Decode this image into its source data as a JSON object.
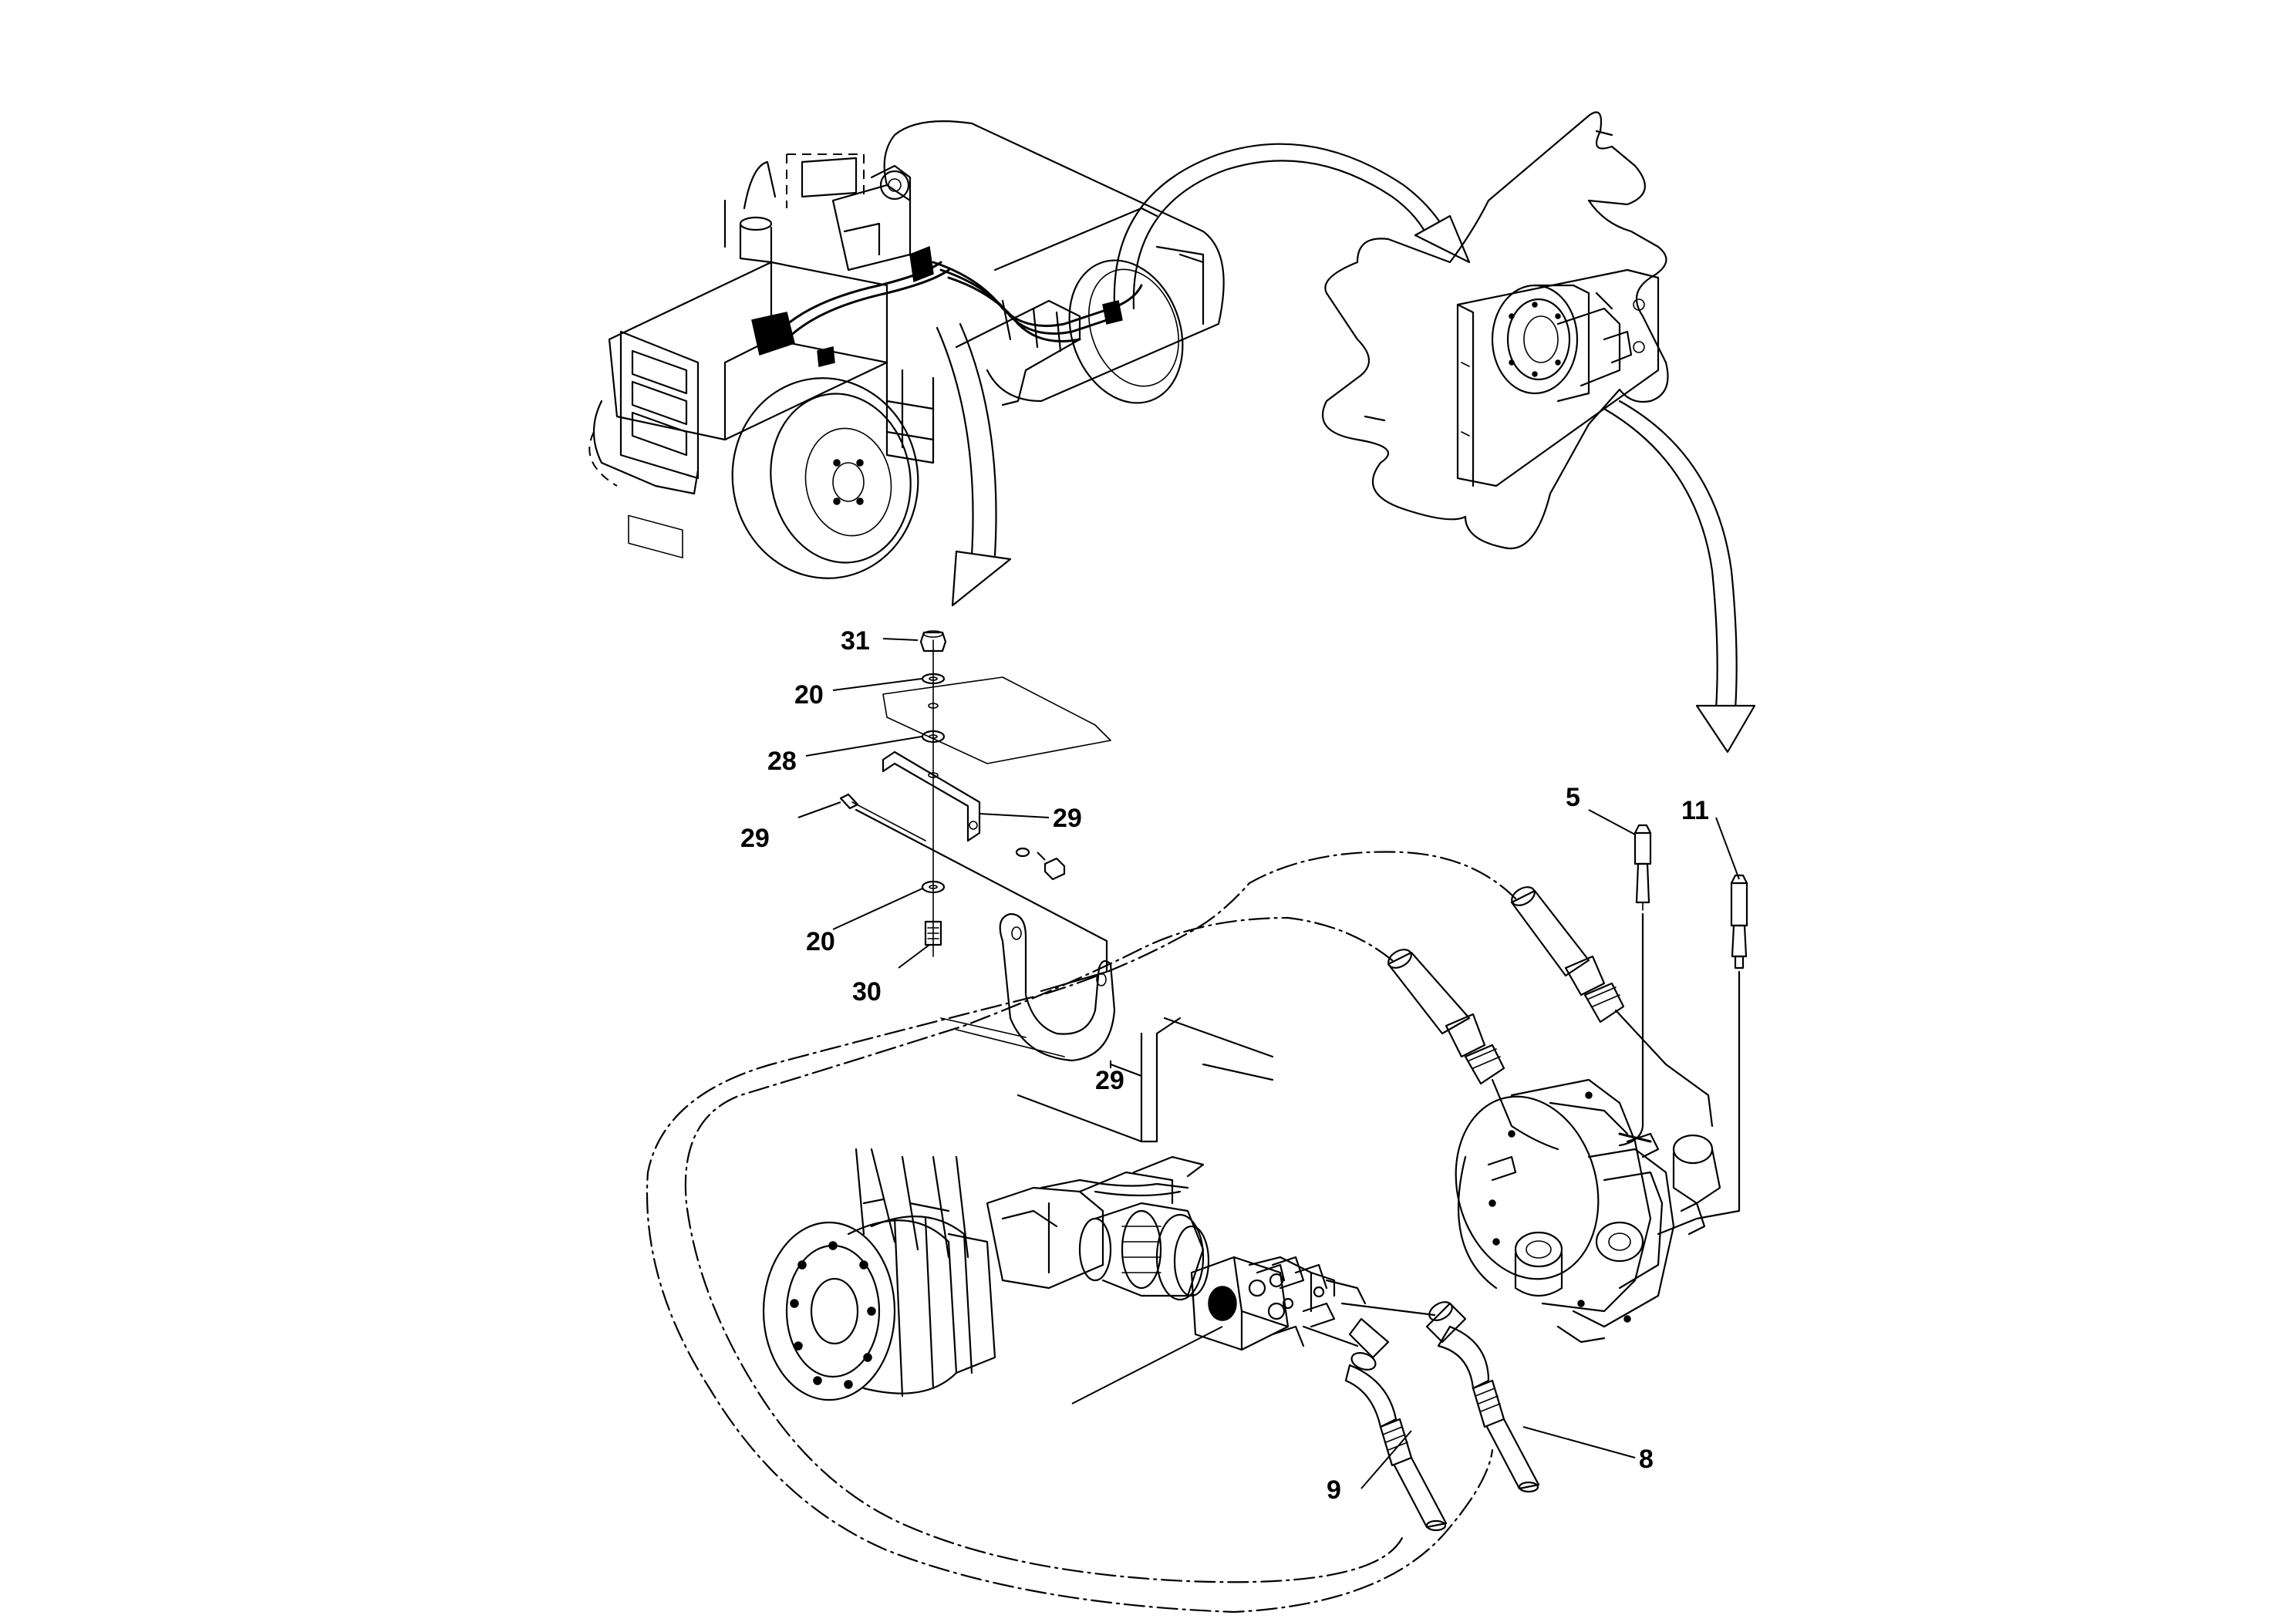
{
  "callouts": {
    "c31": "31",
    "c20a": "20",
    "c28": "28",
    "c29a": "29",
    "c29b": "29",
    "c20b": "20",
    "c30": "30",
    "c29c": "29",
    "c5": "5",
    "c11": "11",
    "c9": "9",
    "c8": "8"
  },
  "icons": {
    "roller": "compactor-roller-icon",
    "motor": "drum-drive-motor-icon",
    "axle": "rear-axle-drive-icon"
  }
}
